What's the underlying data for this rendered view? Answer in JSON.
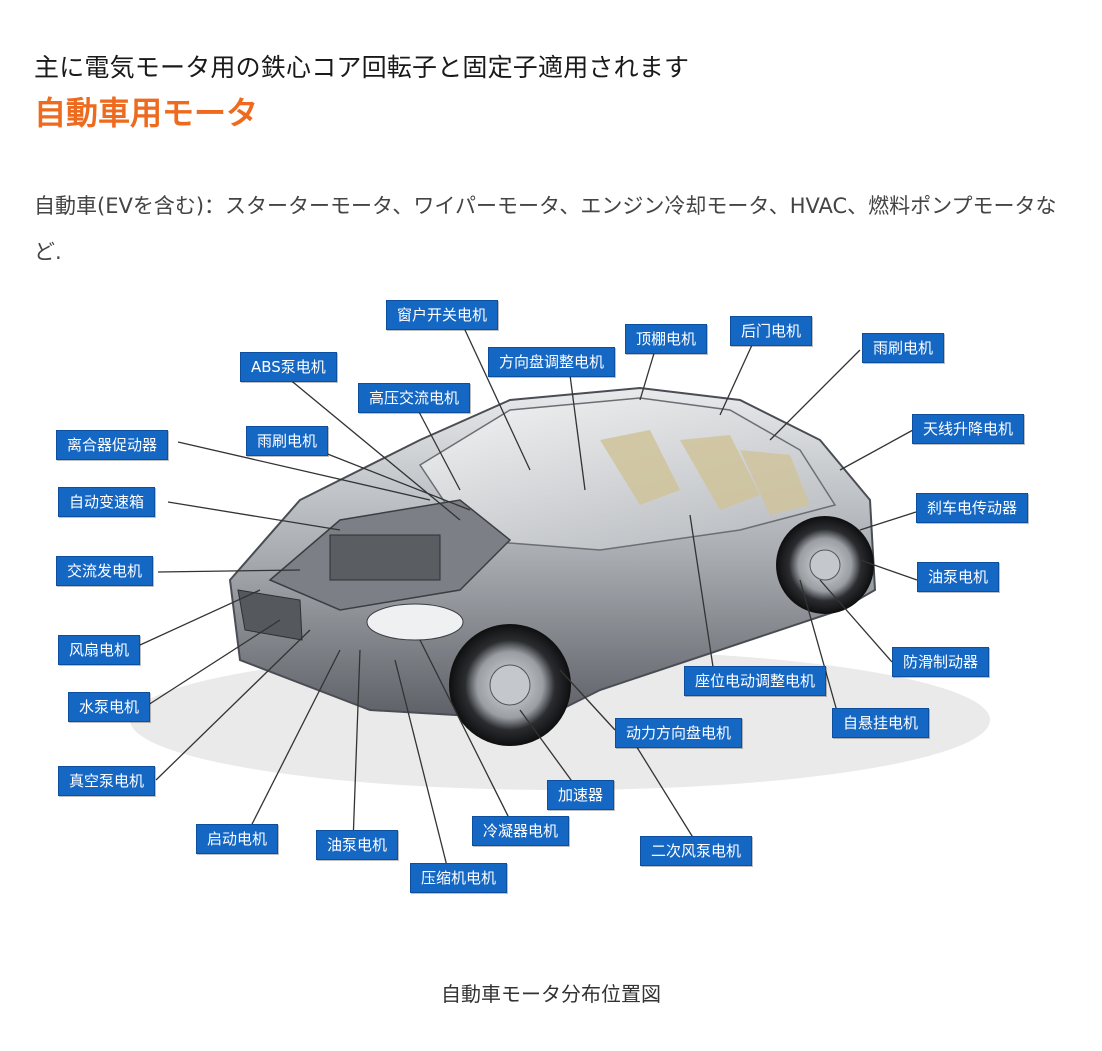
{
  "intro": "主に電気モータ用の鉄心コア回転子と固定子適用されます",
  "heading": "自動車用モータ",
  "description": "自動車(EVを含む)：スターターモータ、ワイパーモータ、エンジン冷却モータ、HVAC、燃料ポンプモータなど.",
  "caption": "自動車モータ分布位置図",
  "accent_color": "#ee6a1f",
  "label_color": "#1567c4",
  "labels": [
    "窗户开关电机",
    "顶棚电机",
    "后门电机",
    "雨刷电机",
    "方向盘调整电机",
    "ABS泵电机",
    "高压交流电机",
    "离合器促动器",
    "雨刷电机",
    "天线升降电机",
    "自动变速箱",
    "刹车电传动器",
    "交流发电机",
    "油泵电机",
    "风扇电机",
    "防滑制动器",
    "座位电动调整电机",
    "水泵电机",
    "自悬挂电机",
    "动力方向盘电机",
    "真空泵电机",
    "加速器",
    "冷凝器电机",
    "启动电机",
    "油泵电机",
    "二次风泵电机",
    "压缩机电机"
  ]
}
